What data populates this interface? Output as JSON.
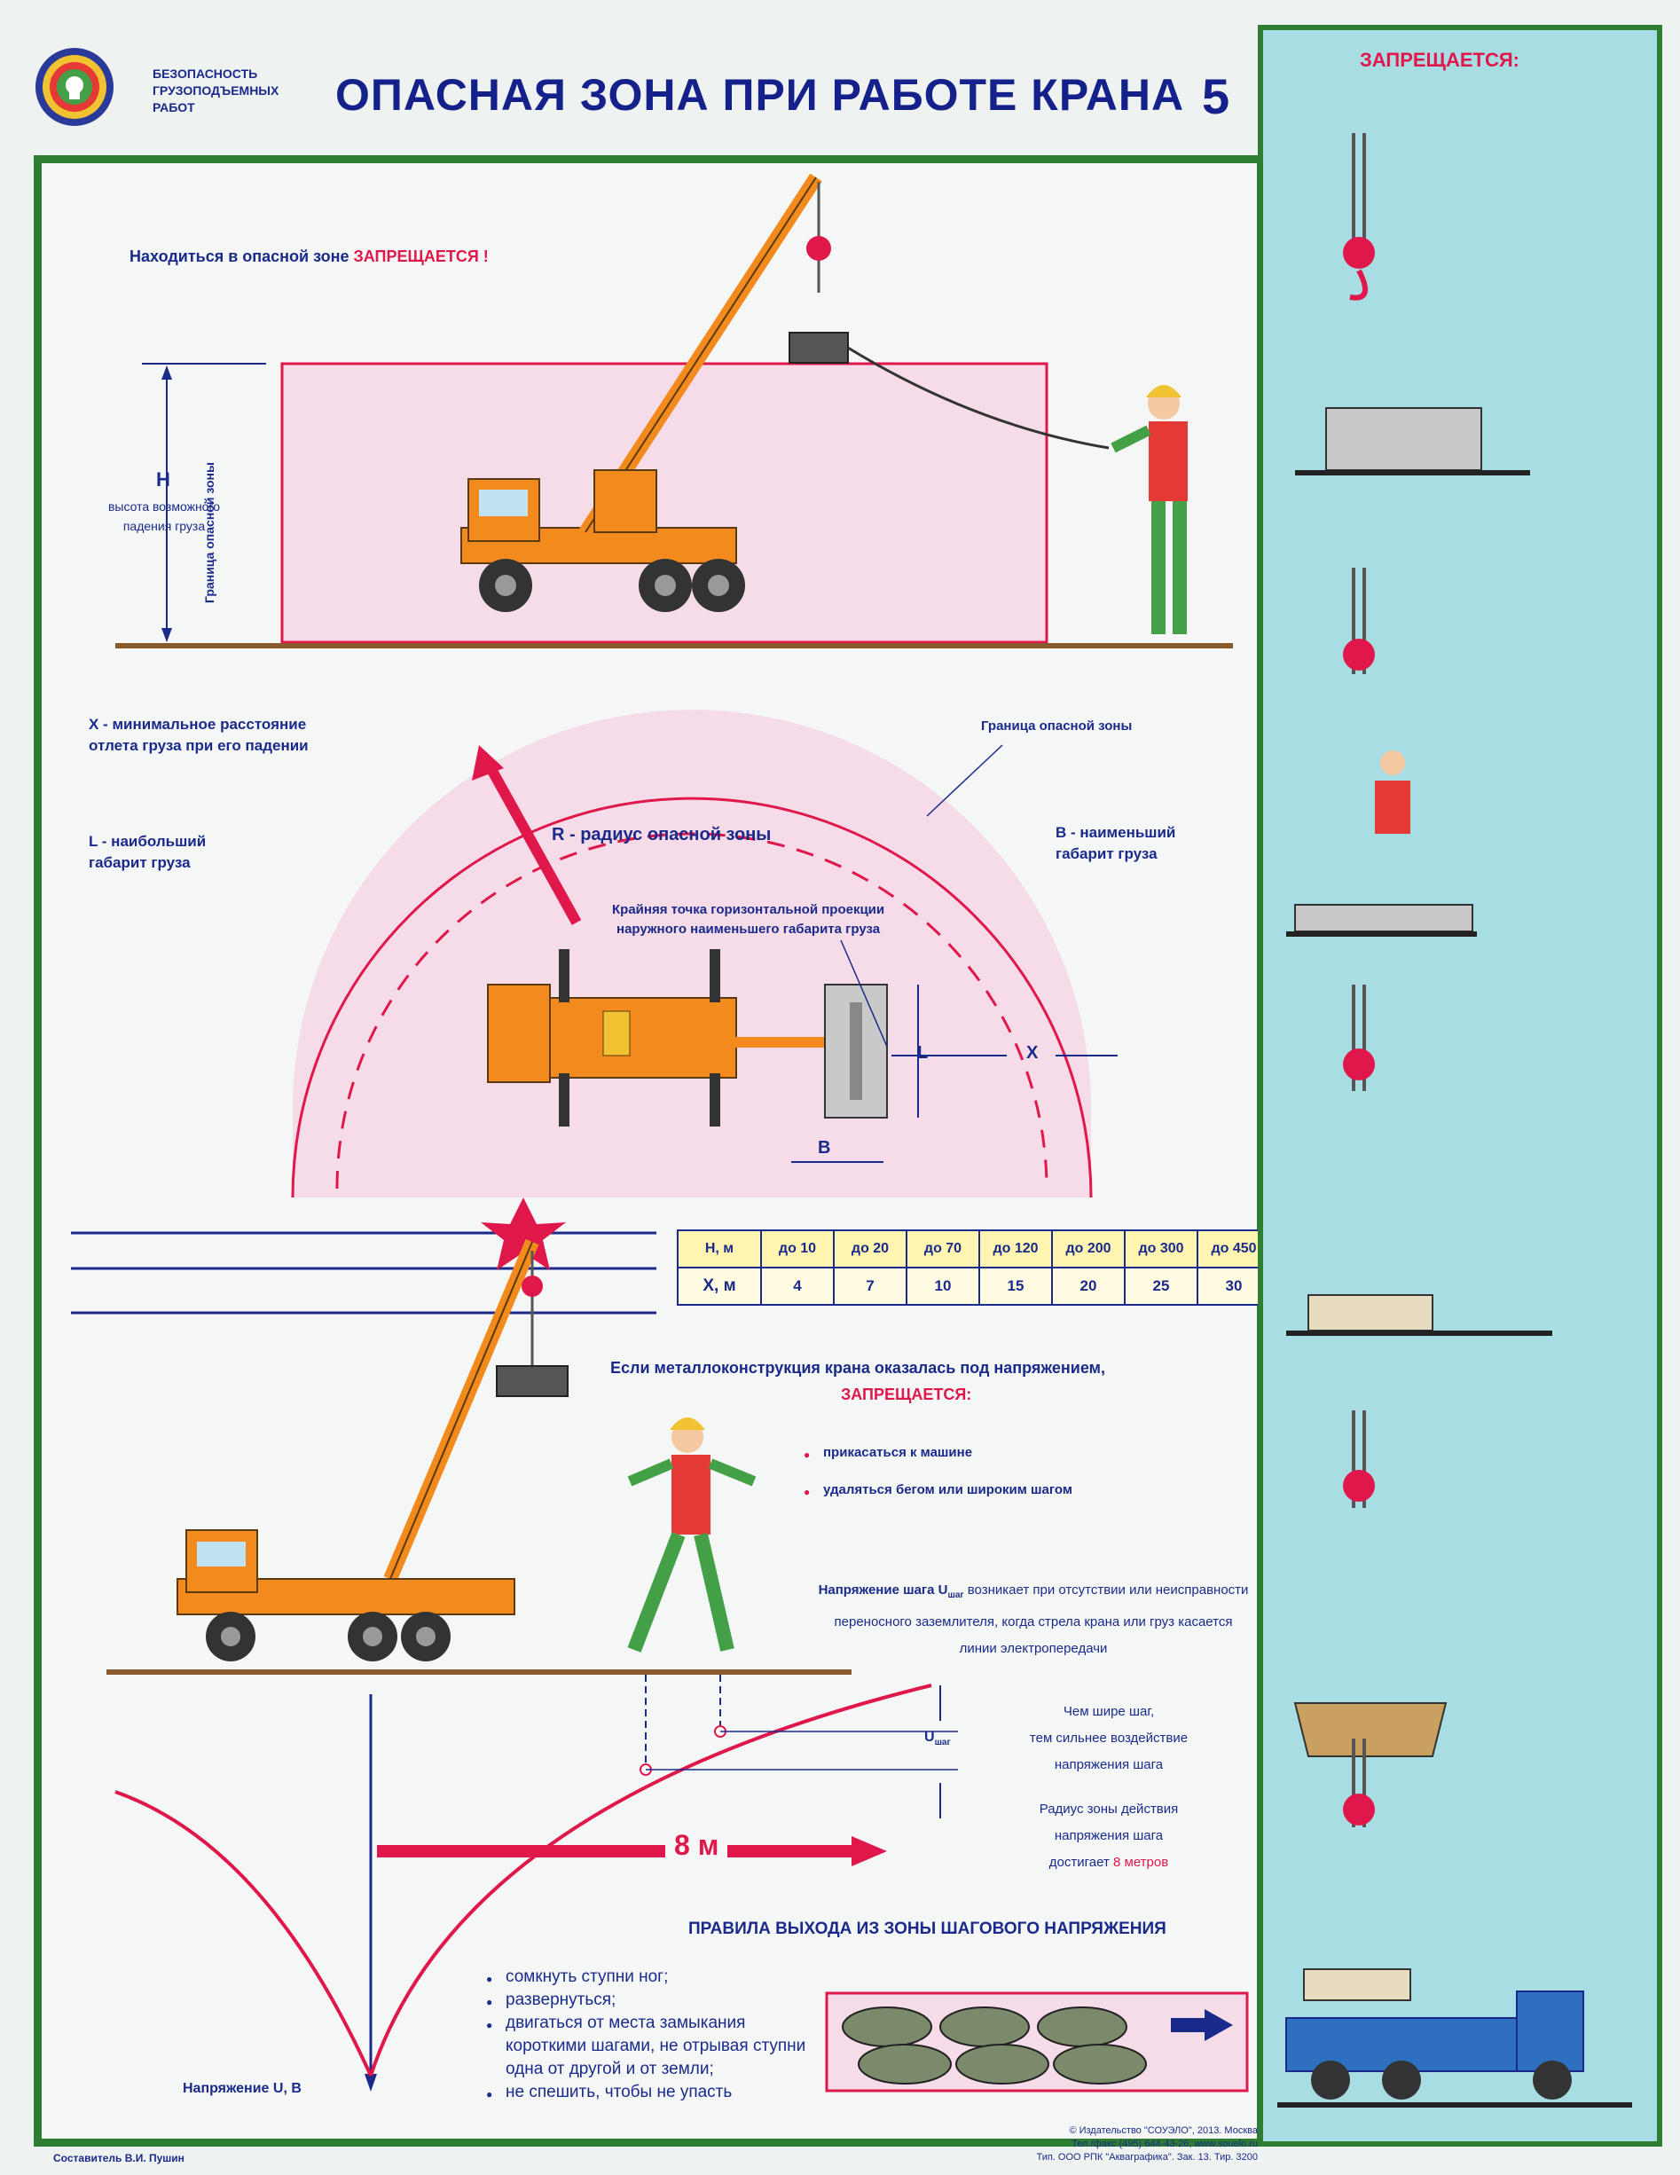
{
  "header": {
    "series_line1": "БЕЗОПАСНОСТЬ",
    "series_line2": "ГРУЗОПОДЪЕМНЫХ",
    "series_line3": "РАБОТ",
    "title": "ОПАСНАЯ ЗОНА ПРИ РАБОТЕ КРАНА",
    "number": "5"
  },
  "top_section": {
    "warning_prefix": "Находиться в опасной зоне",
    "warning_highlight": "ЗАПРЕЩАЕТСЯ !",
    "h_letter": "H",
    "h_desc_line1": "высота возможного",
    "h_desc_line2": "падения груза",
    "zone_boundary_vertical": "Граница опасной зоны"
  },
  "plan_section": {
    "x_def": "X - минимальное расстояние отлета груза при его падении",
    "l_def": "L - наибольший габарит груза",
    "b_def": "B - наименьший габарит груза",
    "boundary_label": "Граница опасной зоны",
    "radius_label": "R - радиус опасной зоны",
    "extreme_point_line1": "Крайняя точка горизонтальной проекции",
    "extreme_point_line2": "наружного наименьшего габарита груза",
    "dim_l": "L",
    "dim_b": "B",
    "dim_x": "X"
  },
  "table": {
    "row1_header": "Н, м",
    "row1": [
      "до 10",
      "до 20",
      "до 70",
      "до 120",
      "до 200",
      "до 300",
      "до 450"
    ],
    "row2_header": "Х, м",
    "row2": [
      "4",
      "7",
      "10",
      "15",
      "20",
      "25",
      "30"
    ]
  },
  "voltage_section": {
    "heading": "Если металлоконструкция крана оказалась под напряжением,",
    "forbidden": "ЗАПРЕЩАЕТСЯ:",
    "items": [
      "прикасаться к машине",
      "удаляться бегом или широким шагом"
    ],
    "step_voltage_text_1": "Напряжение шага U",
    "step_voltage_sub": "шаг",
    "step_voltage_text_2": " возникает при отсутствии или неисправности переносного заземлителя, когда стрела крана или груз касается линии электропередачи",
    "wider_line1": "Чем шире шаг,",
    "wider_line2": "тем сильнее воздействие",
    "wider_line3": "напряжения шага",
    "radius_line1": "Радиус зоны действия",
    "radius_line2": "напряжения шага",
    "radius_line3": "достигает",
    "radius_highlight": "8 метров",
    "u_label": "U",
    "u_sub": "шаг",
    "distance": "8 м",
    "axis_label": "Напряжение U, В"
  },
  "rules": {
    "heading": "ПРАВИЛА ВЫХОДА ИЗ ЗОНЫ ШАГОВОГО НАПРЯЖЕНИЯ",
    "items": [
      "сомкнуть ступни ног;",
      "развернуться;",
      "двигаться от места замыкания короткими шагами, не отрывая ступни одна от другой и от земли;",
      "не спешить, чтобы не упасть"
    ]
  },
  "sidebar": {
    "title": "ЗАПРЕЩАЕТСЯ:"
  },
  "footer": {
    "author": "Составитель В.И. Пушин",
    "pub_line1": "© Издательство \"СОУЭЛО\", 2013. Москва",
    "pub_line2": "Тел./факс (495) 644-43-26; www.souelo.ru",
    "pub_line3": "Тип. ООО РПК \"Акваграфика\". Зак. 13. Тир. 3200"
  },
  "colors": {
    "frame_green": "#2f7d32",
    "crane_orange": "#f28a1e",
    "danger_red": "#e0174a",
    "zone_pink": "#f6dbe9",
    "navy": "#1a2a8a",
    "sidebar_blue": "#a9dde4"
  }
}
